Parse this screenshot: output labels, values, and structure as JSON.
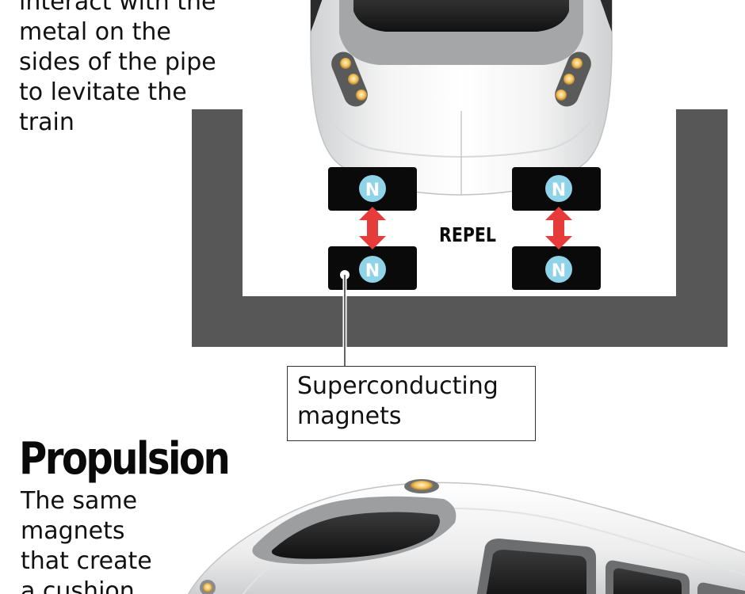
{
  "levitation": {
    "intro_lines": [
      "interact with the",
      "metal on the",
      "sides of the pipe",
      "to levitate the",
      "train"
    ],
    "repel_label": "REPEL",
    "magnet_pole_label": "N",
    "callout_lines": [
      "Superconducting",
      "magnets"
    ]
  },
  "propulsion": {
    "heading": "Propulsion",
    "body_lines": [
      "The same",
      "magnets",
      "that create",
      "a cushion"
    ]
  },
  "colors": {
    "guideway": "#575757",
    "magnet": "#0a0a0a",
    "pole_circle": "#8fd3e8",
    "repel_arrow": "#e63b3b",
    "light": "#f2c15a"
  }
}
